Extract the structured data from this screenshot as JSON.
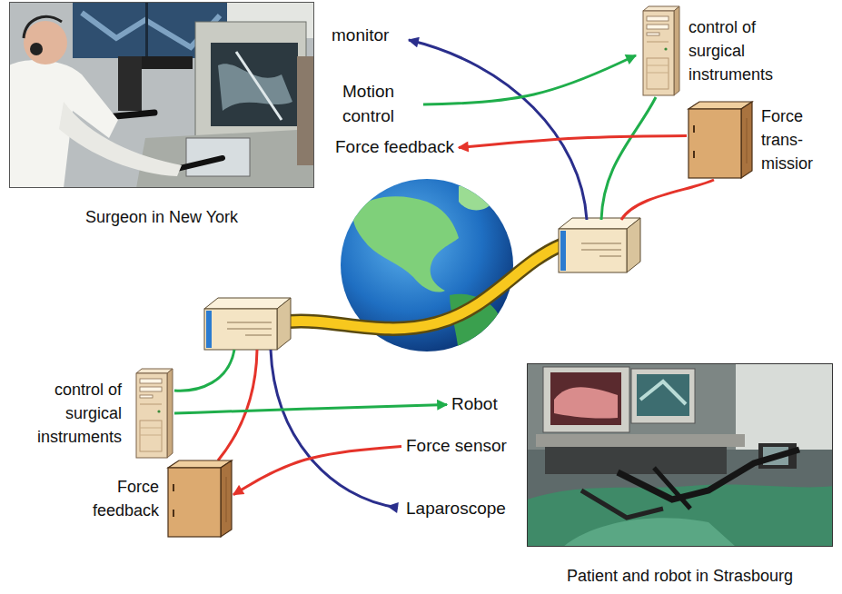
{
  "diagram": {
    "nodes": [
      {
        "text": [
          "Surgeon in New York"
        ]
      },
      {
        "text": [
          "monitor"
        ]
      },
      {
        "text": [
          "Motion control"
        ]
      },
      {
        "text": [
          "Force feedback"
        ]
      },
      {
        "text": [
          "control of surgical instruments"
        ]
      },
      {
        "text": [
          "Force trans- missior"
        ]
      },
      {
        "text": [
          "control of surgical instruments"
        ]
      },
      {
        "text": [
          "Robot"
        ]
      },
      {
        "text": [
          "Force feedback"
        ]
      },
      {
        "text": [
          "Force sensor"
        ]
      },
      {
        "text": [
          "Laparoscope"
        ]
      },
      {
        "text": [
          "Patient and robot in Strasbourg"
        ]
      }
    ],
    "edges": [
      {
        "from": 2,
        "to": 4,
        "arrow": "to"
      },
      {
        "from": 5,
        "to": 3,
        "arrow": "to"
      },
      {
        "from": 6,
        "to": 7,
        "arrow": "to"
      },
      {
        "from": 9,
        "to": 8,
        "arrow": "to"
      }
    ]
  }
}
